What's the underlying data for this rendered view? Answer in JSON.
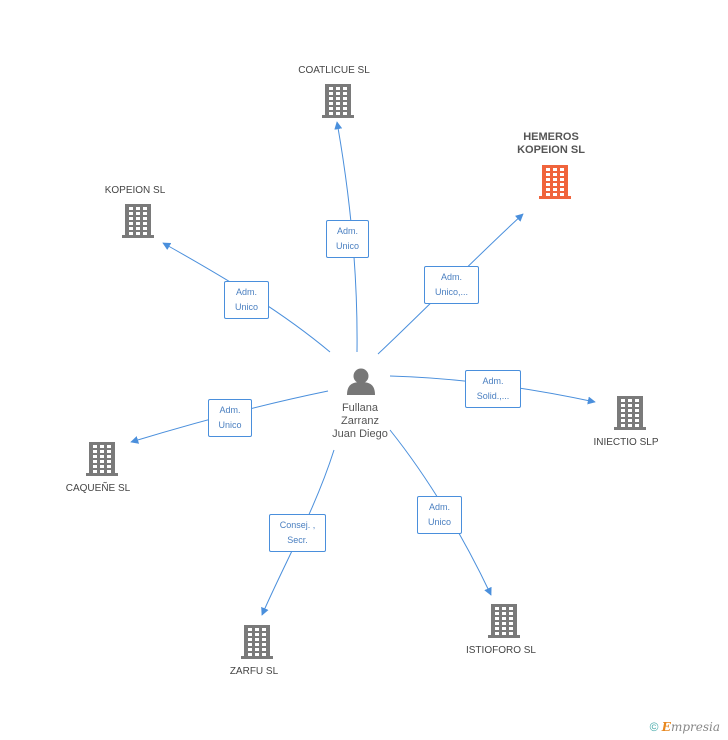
{
  "center": {
    "name": "Fullana Zarranz Juan Diego",
    "lines": [
      "Fullana",
      "Zarranz",
      "Juan Diego"
    ]
  },
  "companies": [
    {
      "id": "coatlicue",
      "name": "COATLICUE SL",
      "highlight": false
    },
    {
      "id": "hemeros",
      "name": "HEMEROS KOPEION SL",
      "lines": [
        "HEMEROS",
        "KOPEION SL"
      ],
      "highlight": true
    },
    {
      "id": "kopeion",
      "name": "KOPEION SL",
      "highlight": false
    },
    {
      "id": "iniectio",
      "name": "INIECTIO  SLP",
      "highlight": false
    },
    {
      "id": "caquene",
      "name": "CAQUEÑE SL",
      "highlight": false
    },
    {
      "id": "zarfu",
      "name": "ZARFU  SL",
      "highlight": false
    },
    {
      "id": "istioforo",
      "name": "ISTIOFORO SL",
      "highlight": false
    }
  ],
  "relations": [
    {
      "to": "coatlicue",
      "lines": [
        "Adm.",
        "Unico"
      ]
    },
    {
      "to": "hemeros",
      "lines": [
        "Adm.",
        "Unico,..."
      ]
    },
    {
      "to": "kopeion",
      "lines": [
        "Adm.",
        "Unico"
      ]
    },
    {
      "to": "iniectio",
      "lines": [
        "Adm.",
        "Solid.,..."
      ]
    },
    {
      "to": "caquene",
      "lines": [
        "Adm.",
        "Unico"
      ]
    },
    {
      "to": "zarfu",
      "lines": [
        "Consej. ,",
        "Secr."
      ]
    },
    {
      "to": "istioforo",
      "lines": [
        "Adm.",
        "Unico"
      ]
    }
  ],
  "colors": {
    "edge": "#4a8fdc",
    "building": "#7a7a7a",
    "building_highlight": "#f0643c",
    "person": "#777777"
  },
  "footer": {
    "copyright": "©",
    "brand_initial": "E",
    "brand_rest": "mpresia"
  }
}
